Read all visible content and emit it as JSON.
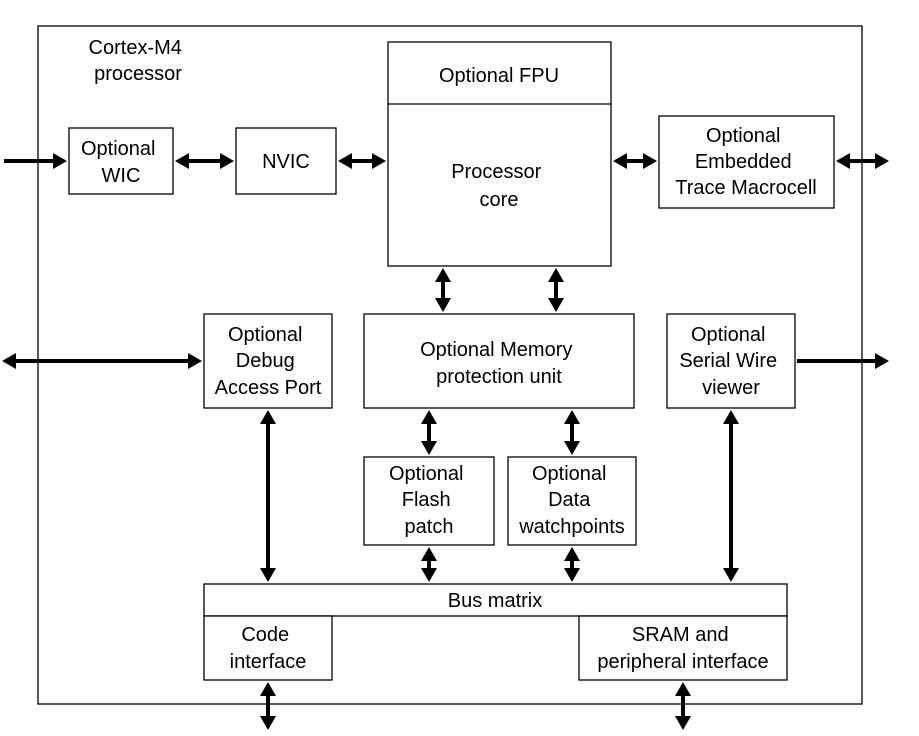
{
  "processor": {
    "label": [
      "Cortex-M4",
      "processor"
    ]
  },
  "blocks": {
    "fpu": [
      "Optional FPU"
    ],
    "core": [
      "Processor",
      "core"
    ],
    "wic": [
      "Optional",
      "WIC"
    ],
    "nvic": [
      "NVIC"
    ],
    "etm": [
      "Optional",
      "Embedded",
      "Trace Macrocell"
    ],
    "dap": [
      "Optional",
      "Debug",
      "Access Port"
    ],
    "mpu": [
      "Optional Memory",
      "protection unit"
    ],
    "swv": [
      "Optional",
      "Serial Wire",
      "viewer"
    ],
    "flash": [
      "Optional",
      "Flash",
      "patch"
    ],
    "dwt": [
      "Optional",
      "Data",
      "watchpoints"
    ],
    "bus": [
      "Bus matrix"
    ],
    "code": [
      "Code",
      "interface"
    ],
    "sram": [
      "SRAM and",
      "peripheral interface"
    ]
  }
}
